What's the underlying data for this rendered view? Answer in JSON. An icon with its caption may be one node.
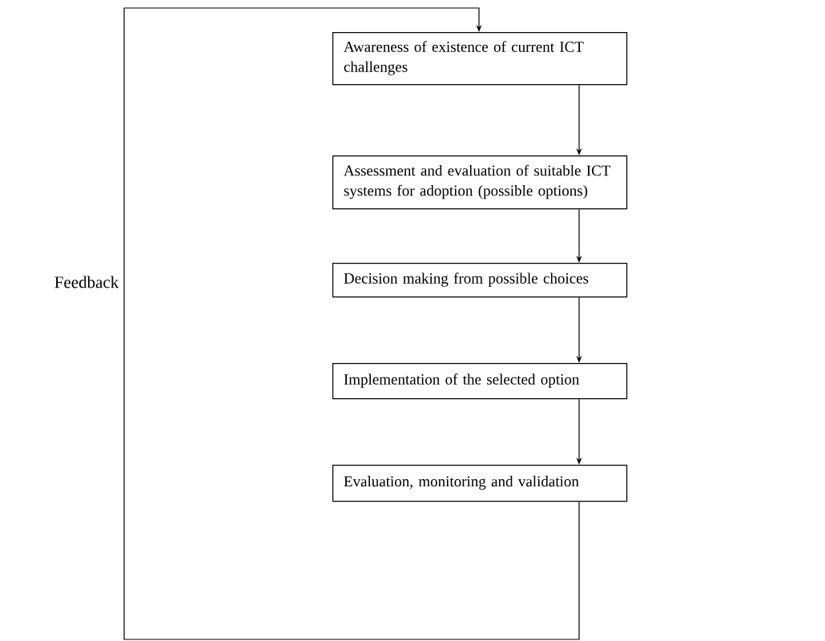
{
  "diagram": {
    "nodes": [
      {
        "text": [
          "Awareness of existence of current ICT challenges"
        ]
      },
      {
        "text": [
          "Assessment and evaluation of suitable ICT systems for adoption (possible options)"
        ]
      },
      {
        "text": [
          "Decision making from possible choices"
        ]
      },
      {
        "text": [
          "Implementation of the selected option"
        ]
      },
      {
        "text": [
          "Evaluation, monitoring and validation"
        ]
      }
    ],
    "edges": [
      {
        "from": 0,
        "to": 1,
        "arrow": "to"
      },
      {
        "from": 1,
        "to": 2,
        "arrow": "to"
      },
      {
        "from": 2,
        "to": 3,
        "arrow": "to"
      },
      {
        "from": 3,
        "to": 4,
        "arrow": "to"
      },
      {
        "from": 4,
        "to": 0,
        "arrow": "to",
        "label": "Feedback"
      }
    ]
  }
}
